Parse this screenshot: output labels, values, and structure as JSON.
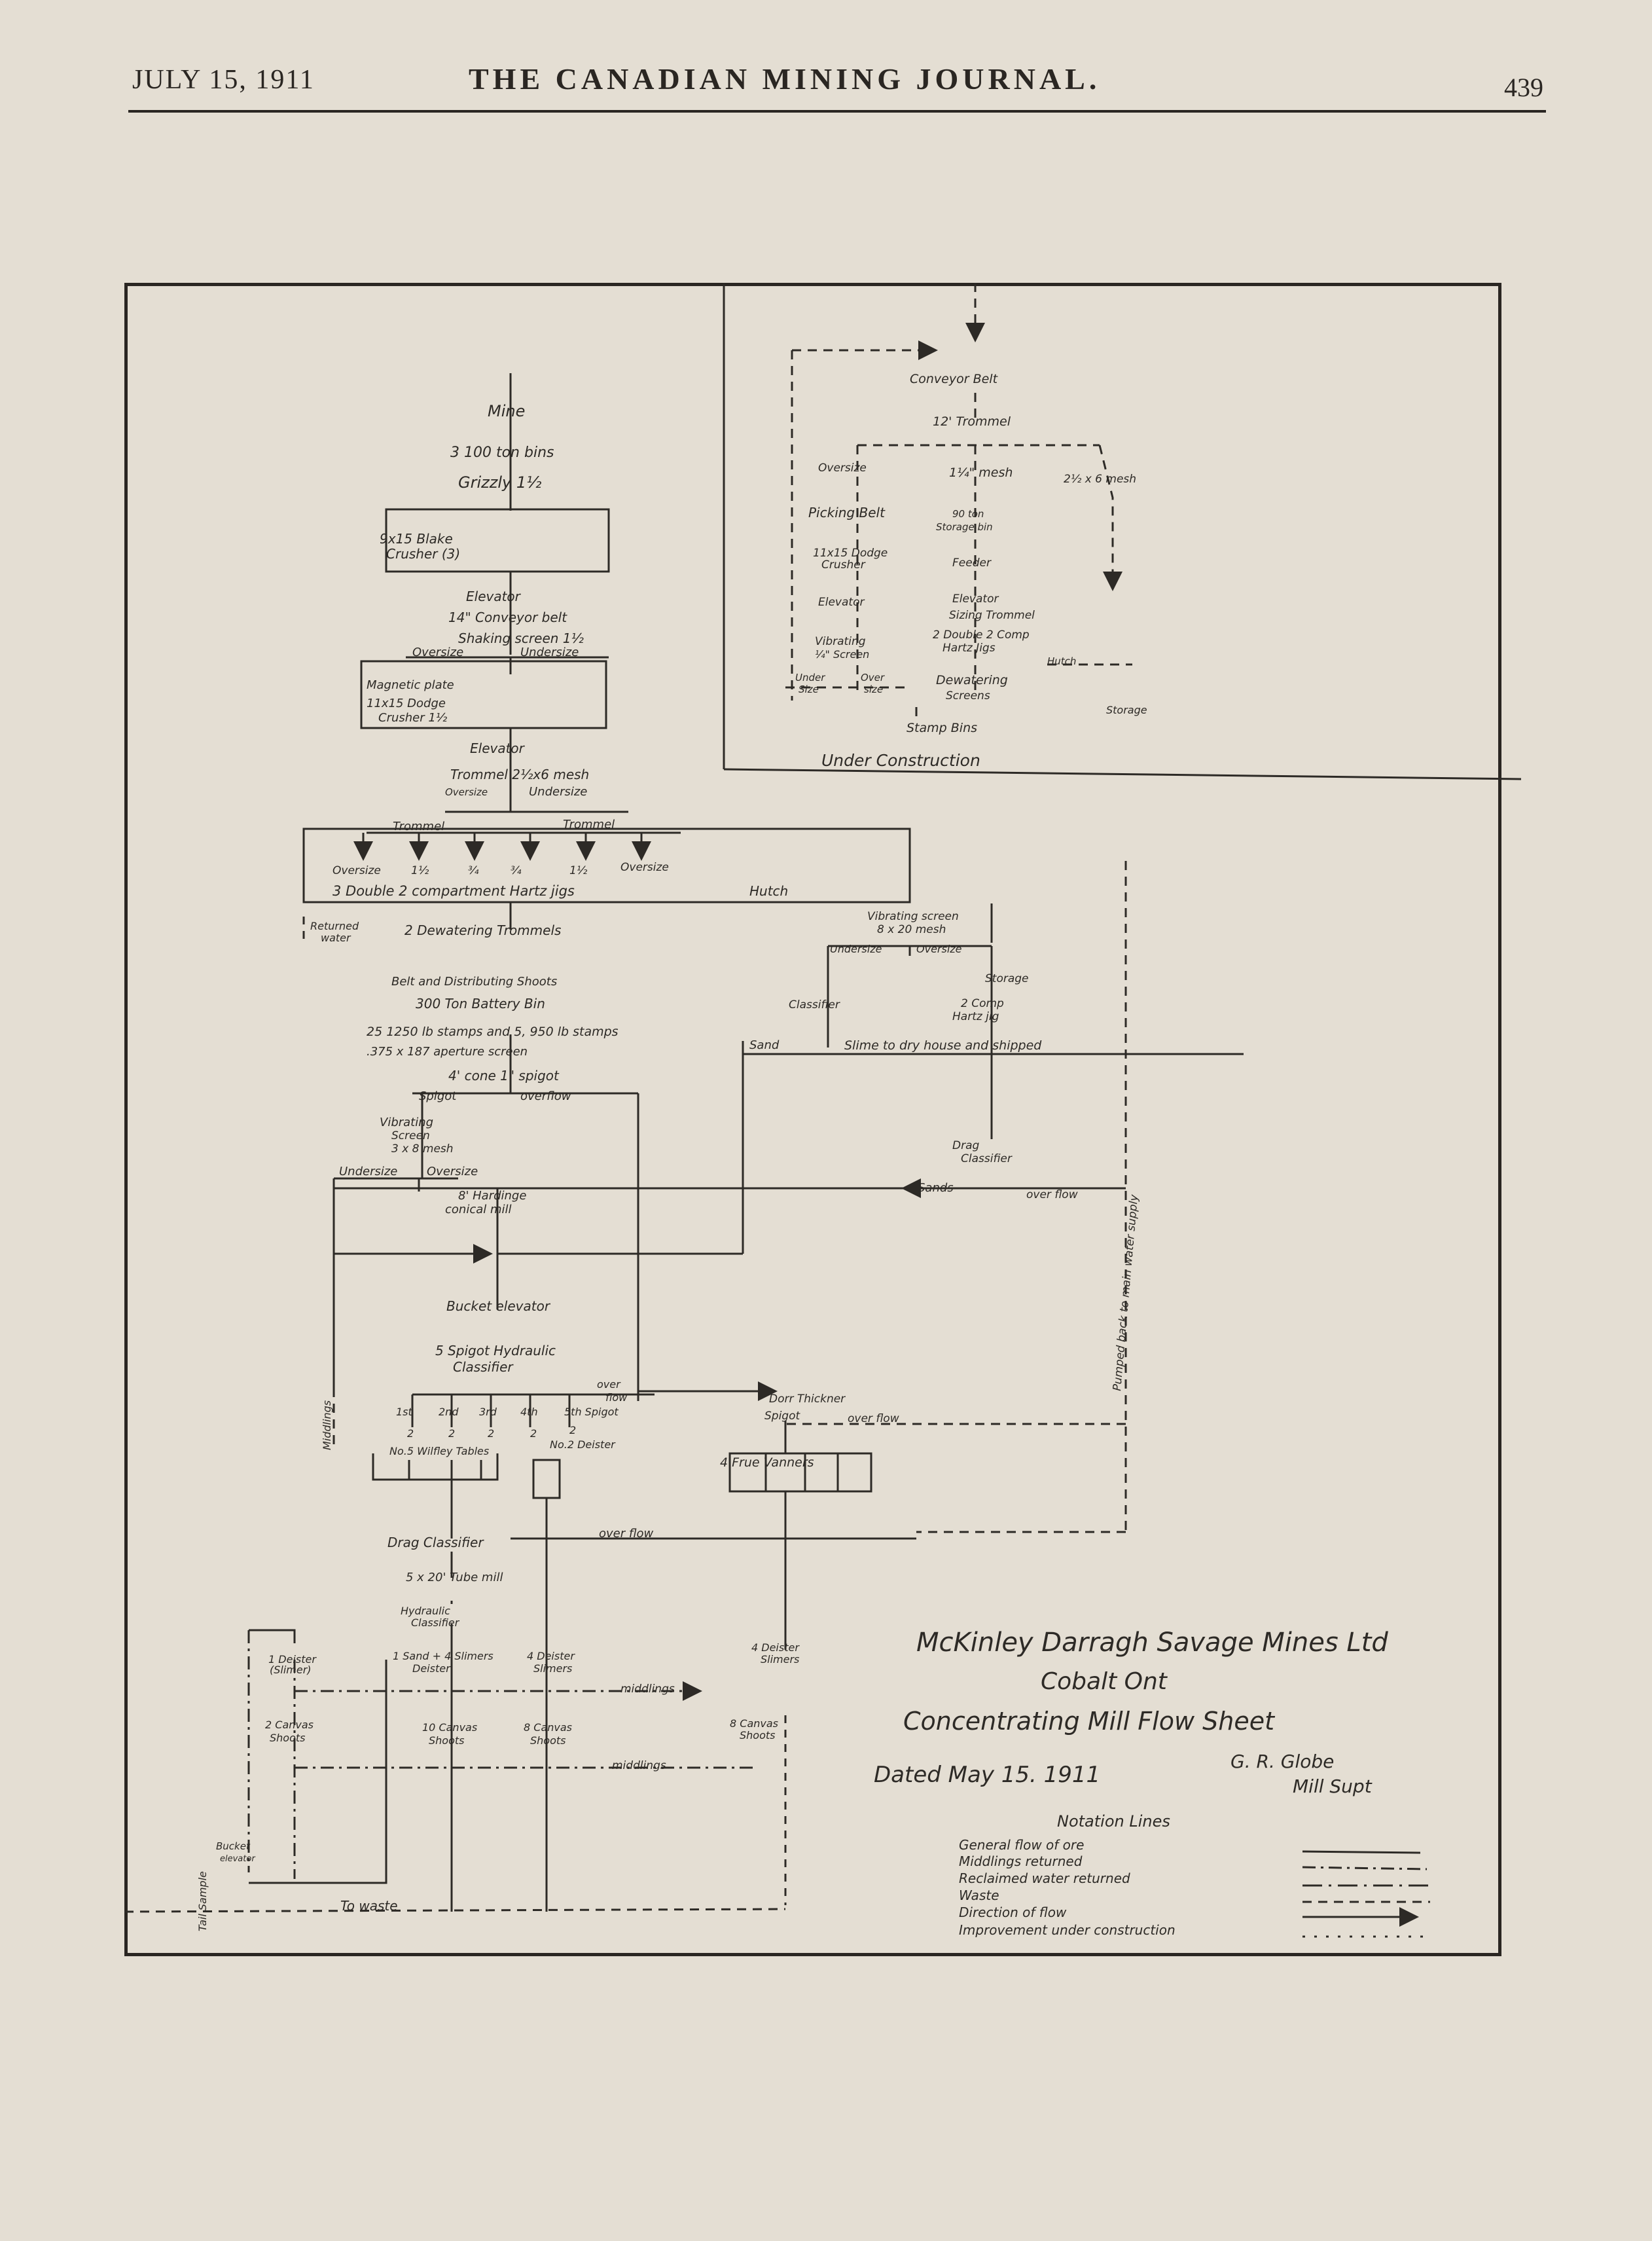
{
  "header": {
    "date": "JULY 15, 1911",
    "journal": "THE CANADIAN MINING JOURNAL.",
    "page": "439"
  },
  "colors": {
    "paper": "#e4ded3",
    "ink": "#2d2a26"
  },
  "flow_main": {
    "mine": "Mine",
    "bins": "3 100 ton bins",
    "grizzly": "Grizzly 1½",
    "crusher_a": "9x15 Blake",
    "crusher_b": "Crusher (3)",
    "elevator1": "Elevator",
    "conveyor": "14\" Conveyor belt",
    "shaking": "Shaking screen 1½",
    "oversize1": "Oversize",
    "undersize1": "Undersize",
    "magnetic": "Magnetic plate",
    "dodge_a": "11x15 Dodge",
    "dodge_b": "Crusher 1½",
    "elevator2": "Elevator",
    "trommel": "Trommel 2½x6 mesh",
    "oversize2": "Oversize",
    "undersize2": "Undersize",
    "trommel_l": "Trommel",
    "trommel_r": "Trommel",
    "t_oversize_l": "Oversize",
    "t_s1": "1½",
    "t_s2": "¾",
    "t_s3": "¾",
    "t_s4": "1½",
    "t_oversize_r": "Oversize",
    "jigs": "3 Double 2 compartment Hartz jigs",
    "hutch": "Hutch",
    "returned_a": "Returned",
    "returned_b": "water",
    "dewatering": "2 Dewatering Trommels",
    "belt": "Belt and Distributing Shoots",
    "battery": "300 Ton Battery Bin",
    "stamps": "25 1250 lb stamps and 5, 950 lb stamps",
    "aperture": ".375 x 187 aperture screen",
    "cone": "4' cone 1\" spigot",
    "spigot": "Spigot",
    "overflow1": "overflow",
    "vib_a": "Vibrating",
    "vib_b": "Screen",
    "vib_c": "3 x 8 mesh",
    "undersize3": "Undersize",
    "oversize3": "Oversize",
    "hardinge_a": "8' Hardinge",
    "hardinge_b": "conical mill",
    "bucket": "Bucket elevator",
    "hydraulic_a": "5 Spigot Hydraulic",
    "hydraulic_b": "Classifier",
    "over_a": "over",
    "over_b": "flow",
    "sp1": "1st",
    "sp2": "2nd",
    "sp3": "3rd",
    "sp4": "4th",
    "sp5": "5th Spigot",
    "n1": "2",
    "n2": "2",
    "n3": "2",
    "n4": "2",
    "n5": "2",
    "wilfley": "No.5 Wilfley Tables",
    "deister": "No.2 Deister",
    "middlings": "Middlings",
    "dorr_a": "Dorr Thickner",
    "dorr_b": "Spigot",
    "dorr_over": "over flow",
    "frue": "4 Frue Vanners",
    "drag": "Drag Classifier",
    "overflow2": "over flow",
    "tube": "5 x 20' Tube mill",
    "hydr2_a": "Hydraulic",
    "hydr2_b": "Classifier",
    "d1_a": "1 Deister",
    "d1_b": "(Slimer)",
    "d2_a": "1 Sand + 4 Slimers",
    "d2_b": "Deister",
    "d3_a": "4 Deister",
    "d3_b": "Slimers",
    "d4_a": "4 Deister",
    "d4_b": "Slimers",
    "middlings2": "middlings",
    "middlings3": "middlings",
    "c1_a": "2 Canvas",
    "c1_b": "Shoots",
    "c2_a": "10 Canvas",
    "c2_b": "Shoots",
    "c3_a": "8 Canvas",
    "c3_b": "Shoots",
    "c4_a": "8 Canvas",
    "c4_b": "Shoots",
    "bucket2_a": "Bucket",
    "bucket2_b": "elevator",
    "tail": "Tail Sample",
    "waste": "To waste"
  },
  "flow_right": {
    "vib_a": "Vibrating screen",
    "vib_b": "8 x 20 mesh",
    "undersize": "Undersize",
    "oversize": "Oversize",
    "classifier": "Classifier",
    "storage": "Storage",
    "comp_a": "2 Comp",
    "comp_b": "Hartz jig",
    "sand": "Sand",
    "slime": "Slime to dry house and shipped",
    "drag_a": "Drag",
    "drag_b": "Classifier",
    "sands": "Sands",
    "overflow": "over flow",
    "pumped": "Pumped back to main water supply"
  },
  "inset": {
    "conveyor": "Conveyor Belt",
    "trommel": "12' Trommel",
    "oversize": "Oversize",
    "mesh1": "1¼\" mesh",
    "mesh2": "2½ x 6 mesh",
    "picking": "Picking Belt",
    "bin_a": "90 ton",
    "bin_b": "Storage bin",
    "dodge_a": "11x15 Dodge",
    "dodge_b": "Crusher",
    "feeder": "Feeder",
    "elevator_l": "Elevator",
    "elevator_r": "Elevator",
    "sizing": "Sizing Trommel",
    "jigs_a": "2 Double 2 Comp",
    "jigs_b": "Hartz Jigs",
    "vib_a": "Vibrating",
    "vib_b": "¼\" Screen",
    "hutch": "Hutch",
    "under_a": "Under",
    "under_b": "Size",
    "over_a": "Over",
    "over_b": "size",
    "dew_a": "Dewatering",
    "dew_b": "Screens",
    "storage": "Storage",
    "stamp": "Stamp Bins",
    "caption": "Under Construction"
  },
  "title_block": {
    "company": "McKinley Darragh Savage Mines Ltd",
    "place": "Cobalt Ont",
    "sheet": "Concentrating Mill Flow Sheet",
    "dated": "Dated May 15. 1911",
    "author": "G. R. Globe",
    "role": "Mill Supt"
  },
  "legend": {
    "title": "Notation Lines",
    "items": [
      "General flow of ore",
      "Middlings returned",
      "Reclaimed water returned",
      "Waste",
      "Direction of flow",
      "Improvement under construction"
    ]
  }
}
